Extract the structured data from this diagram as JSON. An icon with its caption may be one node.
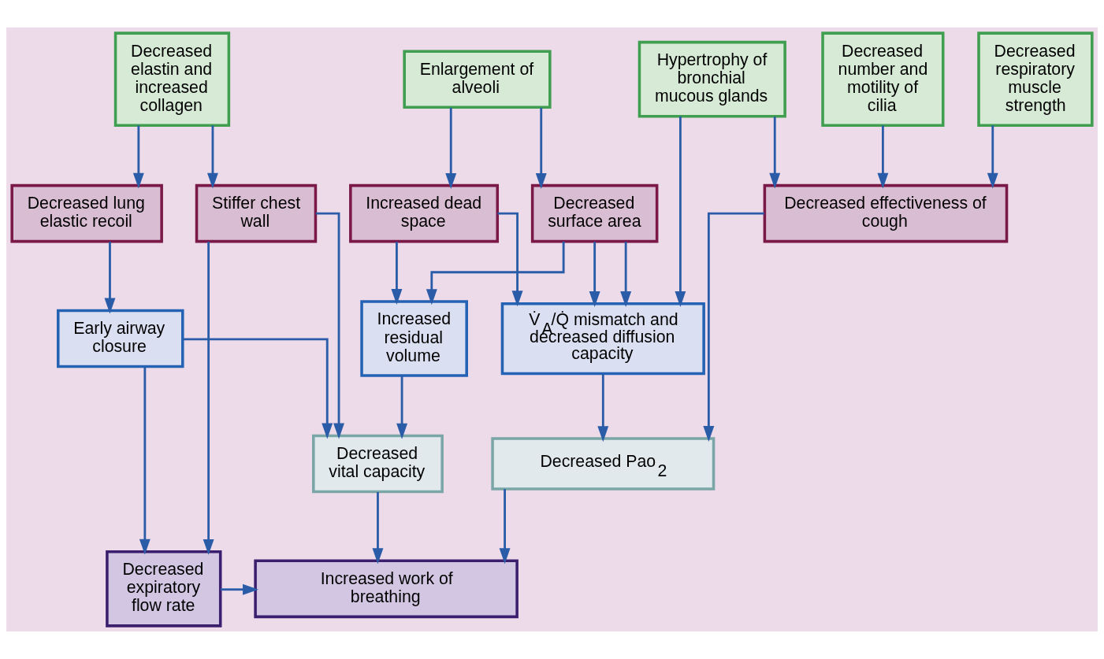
{
  "diagram": {
    "nodes": [
      {
        "text": [
          "Decreased elastin and increased collagen"
        ]
      },
      {
        "text": [
          "Enlargement of alveoli"
        ]
      },
      {
        "text": [
          "Hypertrophy of bronchial mucous glands"
        ]
      },
      {
        "text": [
          "Decreased respiratory muscle strength"
        ]
      },
      {
        "text": [
          "Decreased number and motility of cilia"
        ]
      },
      {
        "text": [
          "Decreased lung elastic recoil"
        ]
      },
      {
        "text": [
          "Stiffer chest wall"
        ]
      },
      {
        "text": [
          "Increased dead space"
        ]
      },
      {
        "text": [
          "Decreased surface area"
        ]
      },
      {
        "text": [
          "Decreased effectiveness of cough"
        ]
      },
      {
        "text": [
          "Early airway closure"
        ]
      },
      {
        "text": [
          "Increased residual volume"
        ]
      },
      {
        "text": [
          "V̇$_{A}$/Q̇ mismatch and decreased diffusion capacity"
        ]
      },
      {
        "text": [
          "Decreased vital capacity"
        ]
      },
      {
        "text": [
          "Decreased Pao$_{2}$"
        ]
      },
      {
        "text": [
          "Decreased expiratory flow rate"
        ]
      },
      {
        "text": [
          "Increased work of breathing"
        ]
      }
    ],
    "edges": [
      {
        "from": 0,
        "to": 5,
        "arrow": "to"
      },
      {
        "from": 0,
        "to": 6,
        "arrow": "to"
      },
      {
        "from": 1,
        "to": 7,
        "arrow": "to"
      },
      {
        "from": 1,
        "to": 8,
        "arrow": "to"
      },
      {
        "from": 2,
        "to": 9,
        "arrow": "to"
      },
      {
        "from": 3,
        "to": 9,
        "arrow": "to"
      },
      {
        "from": 4,
        "to": 9,
        "arrow": "to"
      },
      {
        "from": 2,
        "to": 12,
        "arrow": "to"
      },
      {
        "from": 5,
        "to": 10,
        "arrow": "to"
      },
      {
        "from": 6,
        "to": 13,
        "arrow": "to"
      },
      {
        "from": 6,
        "to": 15,
        "arrow": "to"
      },
      {
        "from": 7,
        "to": 11,
        "arrow": "to"
      },
      {
        "from": 7,
        "to": 12,
        "arrow": "to"
      },
      {
        "from": 8,
        "to": 11,
        "arrow": "to"
      },
      {
        "from": 8,
        "to": 12,
        "arrow": "to"
      },
      {
        "from": 8,
        "to": 12,
        "arrow": "to"
      },
      {
        "from": 10,
        "to": 13,
        "arrow": "to"
      },
      {
        "from": 10,
        "to": 15,
        "arrow": "to"
      },
      {
        "from": 11,
        "to": 13,
        "arrow": "to"
      },
      {
        "from": 12,
        "to": 14,
        "arrow": "to"
      },
      {
        "from": 9,
        "to": 14,
        "arrow": "to"
      },
      {
        "from": 13,
        "to": 16,
        "arrow": "to"
      },
      {
        "from": 14,
        "to": 16,
        "arrow": "to"
      },
      {
        "from": 15,
        "to": 16,
        "arrow": "to"
      }
    ]
  }
}
